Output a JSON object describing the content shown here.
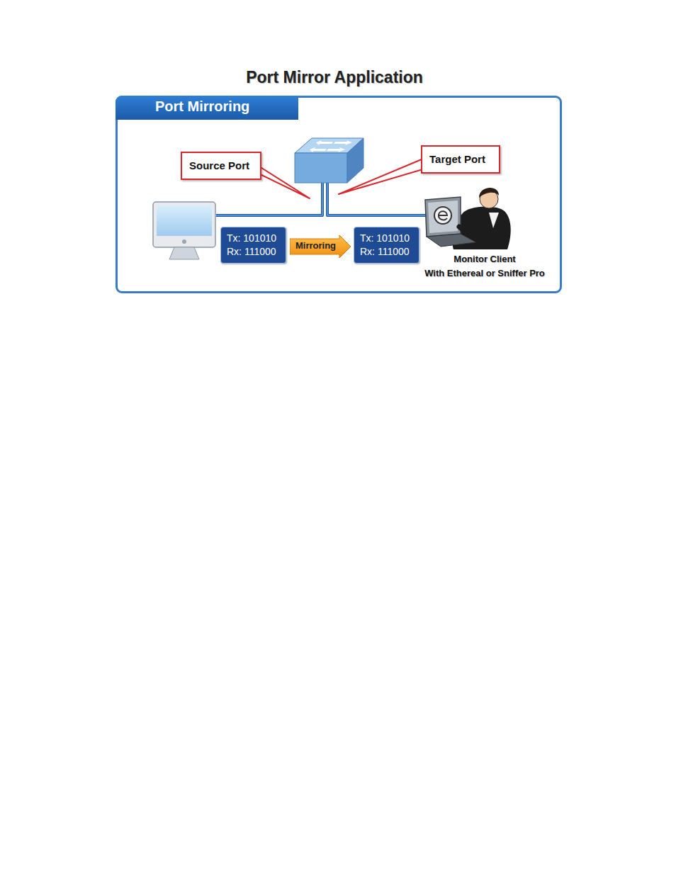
{
  "diagram": {
    "title": "Port Mirror Application",
    "nodes": [
      {
        "text": [
          "Port Mirroring"
        ]
      },
      {
        "text": [
          "Source Port"
        ],
        "in": 0
      },
      {
        "text": [
          "Target Port"
        ],
        "in": 0
      },
      {
        "text": [
          "Tx: 101010",
          "Rx: 111000"
        ],
        "in": 0
      },
      {
        "text": [
          "Mirroring"
        ],
        "in": 0
      },
      {
        "text": [
          "Tx: 101010",
          "Rx: 111000"
        ],
        "in": 0
      }
    ],
    "labels": [
      "Monitor Client",
      "With Ethereal or Sniffer Pro"
    ]
  }
}
